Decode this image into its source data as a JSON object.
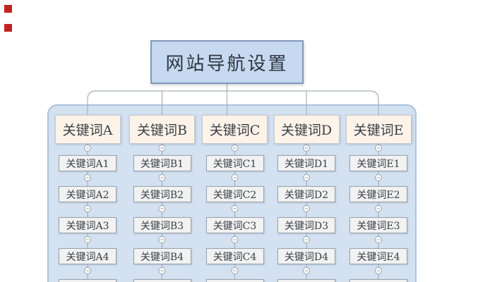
{
  "title": "网站导航设置",
  "columns": [
    {
      "label": "关键词A",
      "children": [
        "关键词A1",
        "关键词A2",
        "关键词A3",
        "关键词A4"
      ]
    },
    {
      "label": "关键词B",
      "children": [
        "关键词B1",
        "关键词B2",
        "关键词B3",
        "关键词B4"
      ]
    },
    {
      "label": "关键词C",
      "children": [
        "关键词C1",
        "关键词C2",
        "关键词C3",
        "关键词C4"
      ]
    },
    {
      "label": "关键词D",
      "children": [
        "关键词D1",
        "关键词D2",
        "关键词D3",
        "关键词D4"
      ]
    },
    {
      "label": "关键词E",
      "children": [
        "关键词E1",
        "关键词E2",
        "关键词E3",
        "关键词E4"
      ]
    }
  ],
  "fifth_row_partial": true,
  "toggle_glyph": "−",
  "red_marker_count": 2,
  "colors": {
    "red": "#c32222",
    "panel_fill": "#d3e1f1",
    "panel_border": "#adc3dc",
    "title_fill": "#c6d9f0",
    "title_border": "#8098ba",
    "header_fill": "#fdf3e8",
    "header_border": "#c6c9ce",
    "item_fill": "#f1f2f1",
    "item_border": "#99a1ab",
    "line": "#a8b0b8",
    "text": "#363c45"
  }
}
